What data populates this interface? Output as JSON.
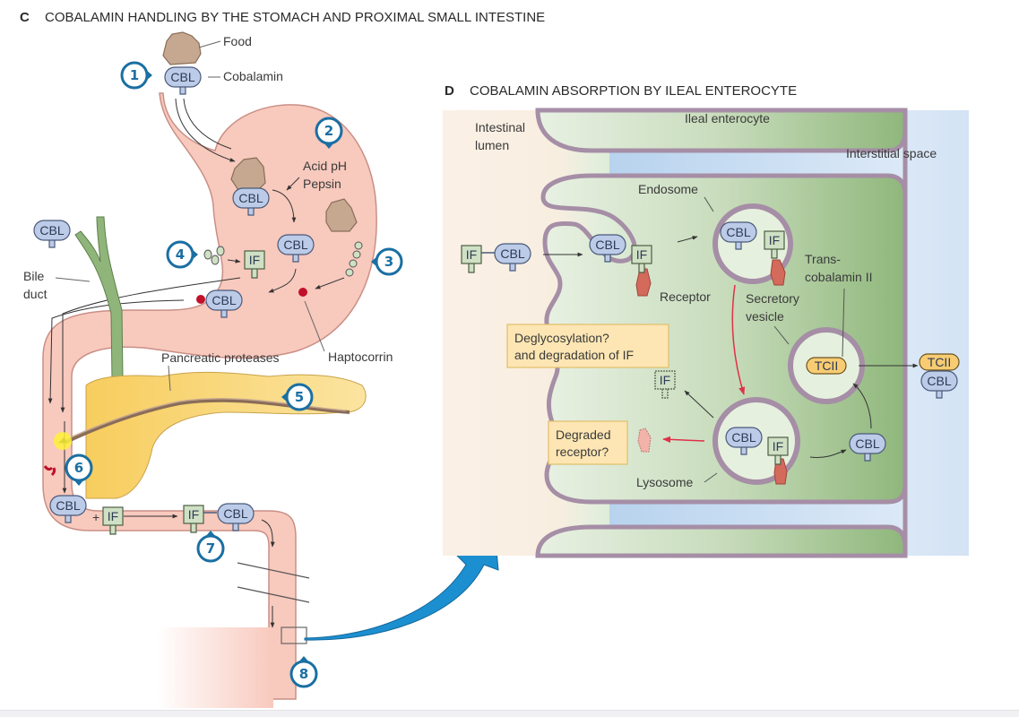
{
  "panel_c": {
    "letter": "C",
    "title": "COBALAMIN HANDLING BY THE STOMACH AND PROXIMAL SMALL INTESTINE",
    "labels": {
      "food": "Food",
      "cobalamin": "Cobalamin",
      "acid_ph": "Acid pH",
      "pepsin": "Pepsin",
      "bile": "Bile",
      "duct": "duct",
      "haptocorrin": "Haptocorrin",
      "pancreatic_proteases": "Pancreatic proteases",
      "plus": "+"
    },
    "molecules": {
      "cbl": "CBL",
      "if": "IF"
    },
    "steps": [
      "1",
      "2",
      "3",
      "4",
      "5",
      "6",
      "7",
      "8"
    ]
  },
  "panel_d": {
    "letter": "D",
    "title": "COBALAMIN ABSORPTION BY ILEAL ENTEROCYTE",
    "labels": {
      "intestinal": "Intestinal",
      "lumen": "lumen",
      "ileal_enterocyte": "Ileal enterocyte",
      "interstitial_space": "Interstitial space",
      "endosome": "Endosome",
      "receptor": "Receptor",
      "trans": "Trans-",
      "cobalamin_ii": "cobalamin II",
      "secretory": "Secretory",
      "vesicle": "vesicle",
      "lysosome": "Lysosome"
    },
    "notes": {
      "deglyco_line1": "Deglycosylation?",
      "deglyco_line2": "and degradation of IF",
      "degraded_line1": "Degraded",
      "degraded_line2": "receptor?"
    },
    "molecules": {
      "cbl": "CBL",
      "if": "IF",
      "tcii": "TCII"
    }
  },
  "colors": {
    "stomach": "#f8c9bd",
    "stomach_edge": "#c98f86",
    "cbl_fill": "#bccbe8",
    "cbl_edge": "#4a5a7a",
    "if_fill": "#cfe0c4",
    "badge_blue": "#1a6fa3",
    "haptocorrin": "#c0102a",
    "pancreas": "#f9d77c",
    "bile_duct": "#8fb57a",
    "enterocyte_green": "#9cc08a",
    "interstitial_blue": "#cfe0f3",
    "lumen_peach": "#fbeee2",
    "membrane": "#a58ea6",
    "receptor": "#d46a5c",
    "tcii": "#f7cc72",
    "note_box": "#fde6b3",
    "big_arrow": "#1c8fd0"
  }
}
